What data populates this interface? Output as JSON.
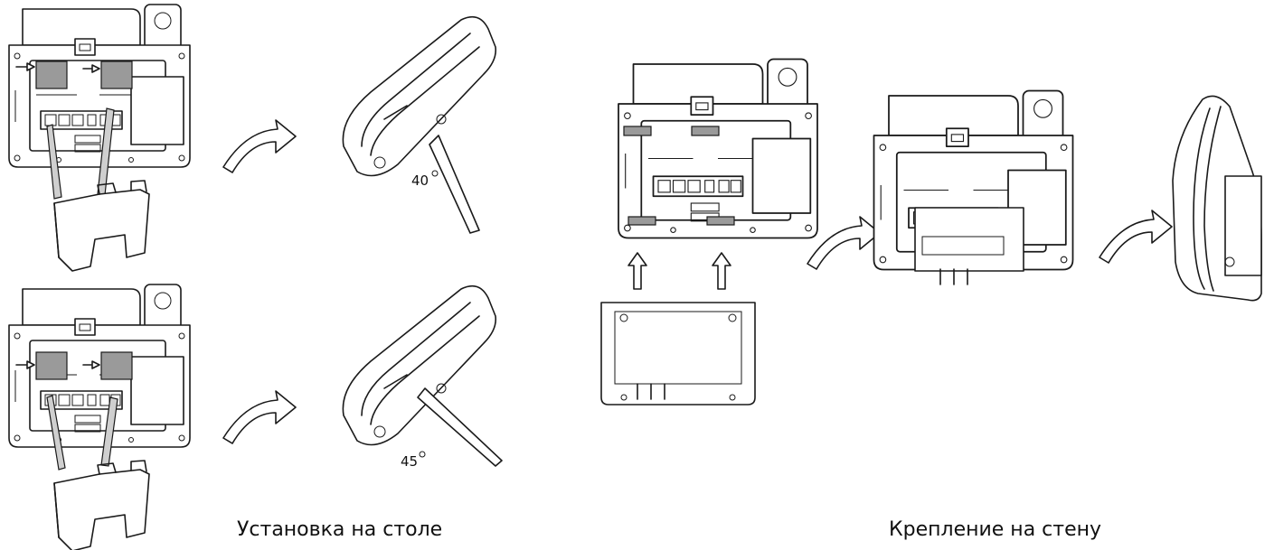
{
  "captions": {
    "desk": "Установка на столе",
    "wall": "Крепление на стену"
  },
  "angles": {
    "top": "40",
    "bottom": "45"
  }
}
